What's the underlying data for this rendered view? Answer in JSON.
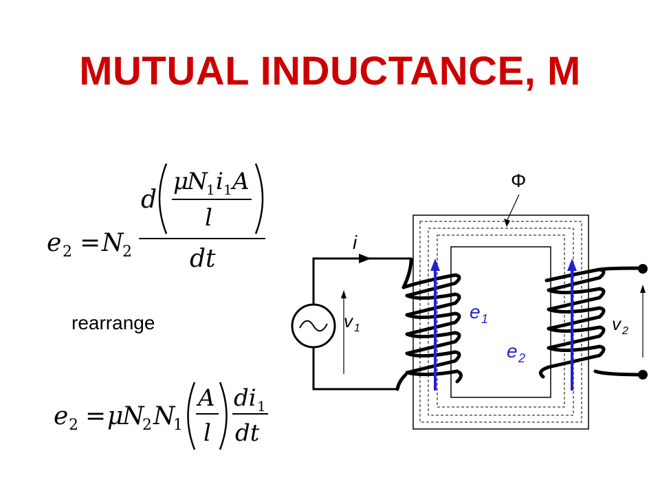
{
  "title": "MUTUAL INDUCTANCE, M",
  "rearrange_label": "rearrange",
  "equation1": {
    "lhs": "e",
    "lhs_sub": "2",
    "eq": "=",
    "n": "N",
    "n_sub": "2",
    "d": "d",
    "mu": "μ",
    "N1": "N",
    "N1_sub": "1",
    "i1": "i",
    "i1_sub": "1",
    "A": "A",
    "l": "l",
    "dt": "dt"
  },
  "equation2": {
    "lhs": "e",
    "lhs_sub": "2",
    "eq": "=",
    "mu": "μ",
    "N2": "N",
    "N2_sub": "2",
    "N1": "N",
    "N1_sub": "1",
    "A": "A",
    "l": "l",
    "di": "di",
    "di_sub": "1",
    "dt": "dt"
  },
  "circuit": {
    "flux_label": "Φ",
    "current_label": "i",
    "v1": "v",
    "v1_sub": "1",
    "v2": "v",
    "v2_sub": "2",
    "e1": "e",
    "e1_sub": "1",
    "e2": "e",
    "e2_sub": "2",
    "emf_color": "#2222cc"
  }
}
